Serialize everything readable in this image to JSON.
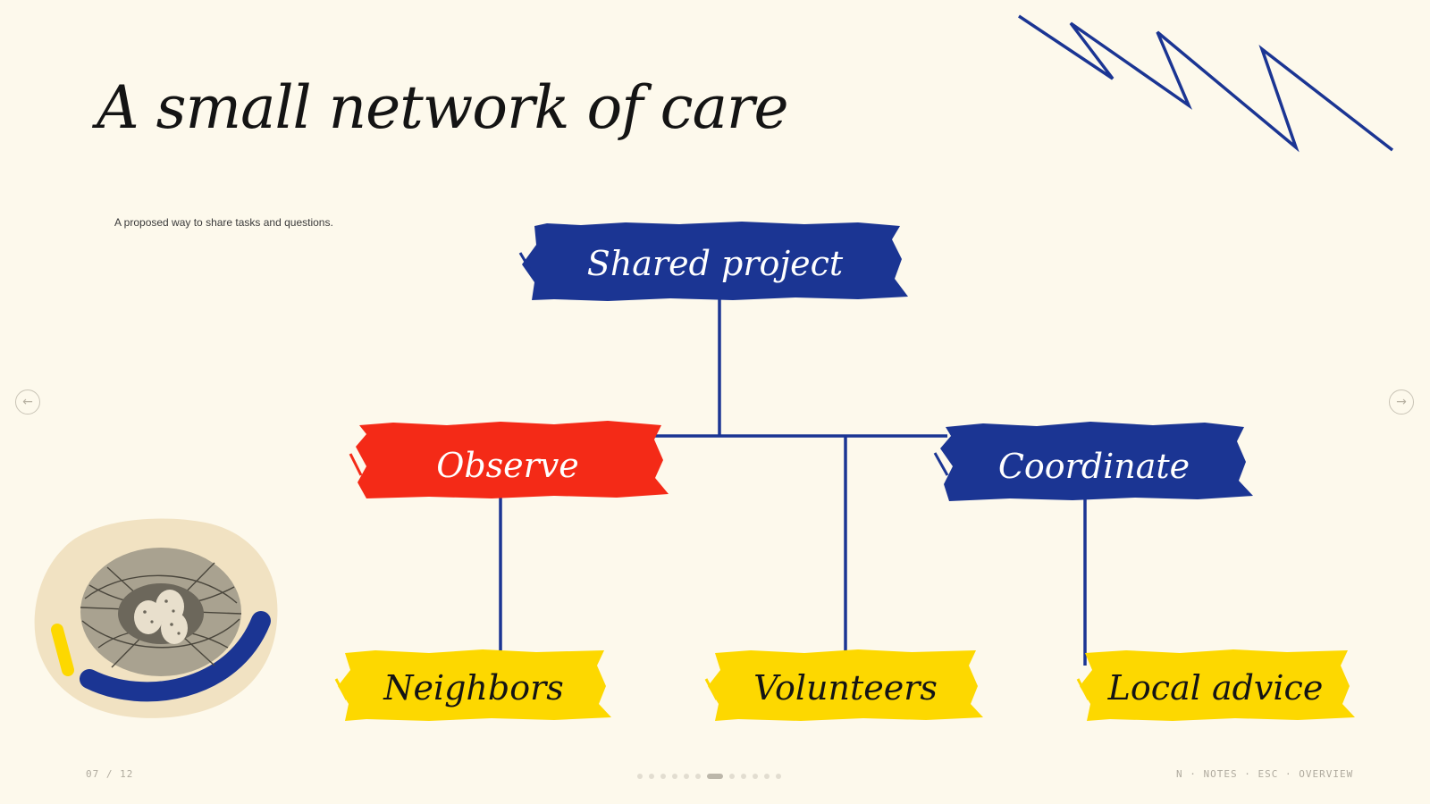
{
  "slide": {
    "title": "A small network of care",
    "subtitle": "A proposed way to share tasks and questions."
  },
  "diagram": {
    "root": {
      "label": "Shared project",
      "color": "#1b3593"
    },
    "mid": [
      {
        "label": "Observe",
        "color": "#f42a17"
      },
      {
        "label": "Coordinate",
        "color": "#1b3593"
      }
    ],
    "leaves": [
      {
        "label": "Neighbors",
        "color": "#fdd800"
      },
      {
        "label": "Volunteers",
        "color": "#fdd800"
      },
      {
        "label": "Local advice",
        "color": "#fdd800"
      }
    ],
    "line_color": "#1b3593"
  },
  "navigation": {
    "prev_icon": "arrow-left-icon",
    "next_icon": "arrow-right-icon",
    "counter": "07 / 12",
    "current": 7,
    "total": 12,
    "shortcuts": "N · NOTES  ·  ESC · OVERVIEW"
  },
  "decor": {
    "zigzag_color": "#1b3593",
    "image": "bird-nest-illustration"
  }
}
